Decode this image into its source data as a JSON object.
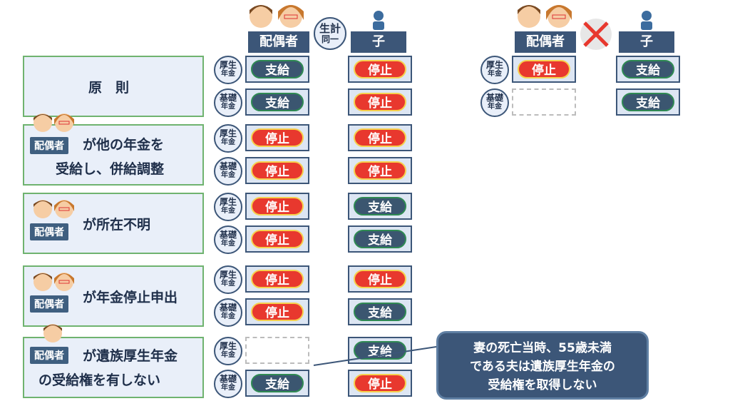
{
  "headers": {
    "spouse": "配偶者",
    "child": "子",
    "same_household_line1": "生計",
    "same_household_line2": "同一",
    "right_spouse": "配偶者",
    "right_child": "子"
  },
  "pension_labels": {
    "kosei_1": "厚生",
    "kosei_2": "年金",
    "kiso_1": "基礎",
    "kiso_2": "年金"
  },
  "status": {
    "pay": "支給",
    "stop": "停止"
  },
  "rows": [
    {
      "line1": "原　則",
      "line2": "",
      "chip": ""
    },
    {
      "line1": "が他の年金を",
      "line2": "受給し、併給調整",
      "chip": "配偶者"
    },
    {
      "line1": "が所在不明",
      "line2": "",
      "chip": "配偶者"
    },
    {
      "line1": "が年金停止申出",
      "line2": "",
      "chip": "配偶者"
    },
    {
      "line1": "が遺族厚生年金",
      "line2": "の受給権を有しない",
      "chip": "配偶者"
    }
  ],
  "callout": {
    "line1": "妻の死亡当時、55歳未満",
    "line2": "である夫は遺族厚生年金の",
    "line3": "受給権を取得しない"
  },
  "colors": {
    "stop": "#e8382e",
    "pay": "#3b5670",
    "header": "#3c5678",
    "row_border": "#6fb36f"
  }
}
